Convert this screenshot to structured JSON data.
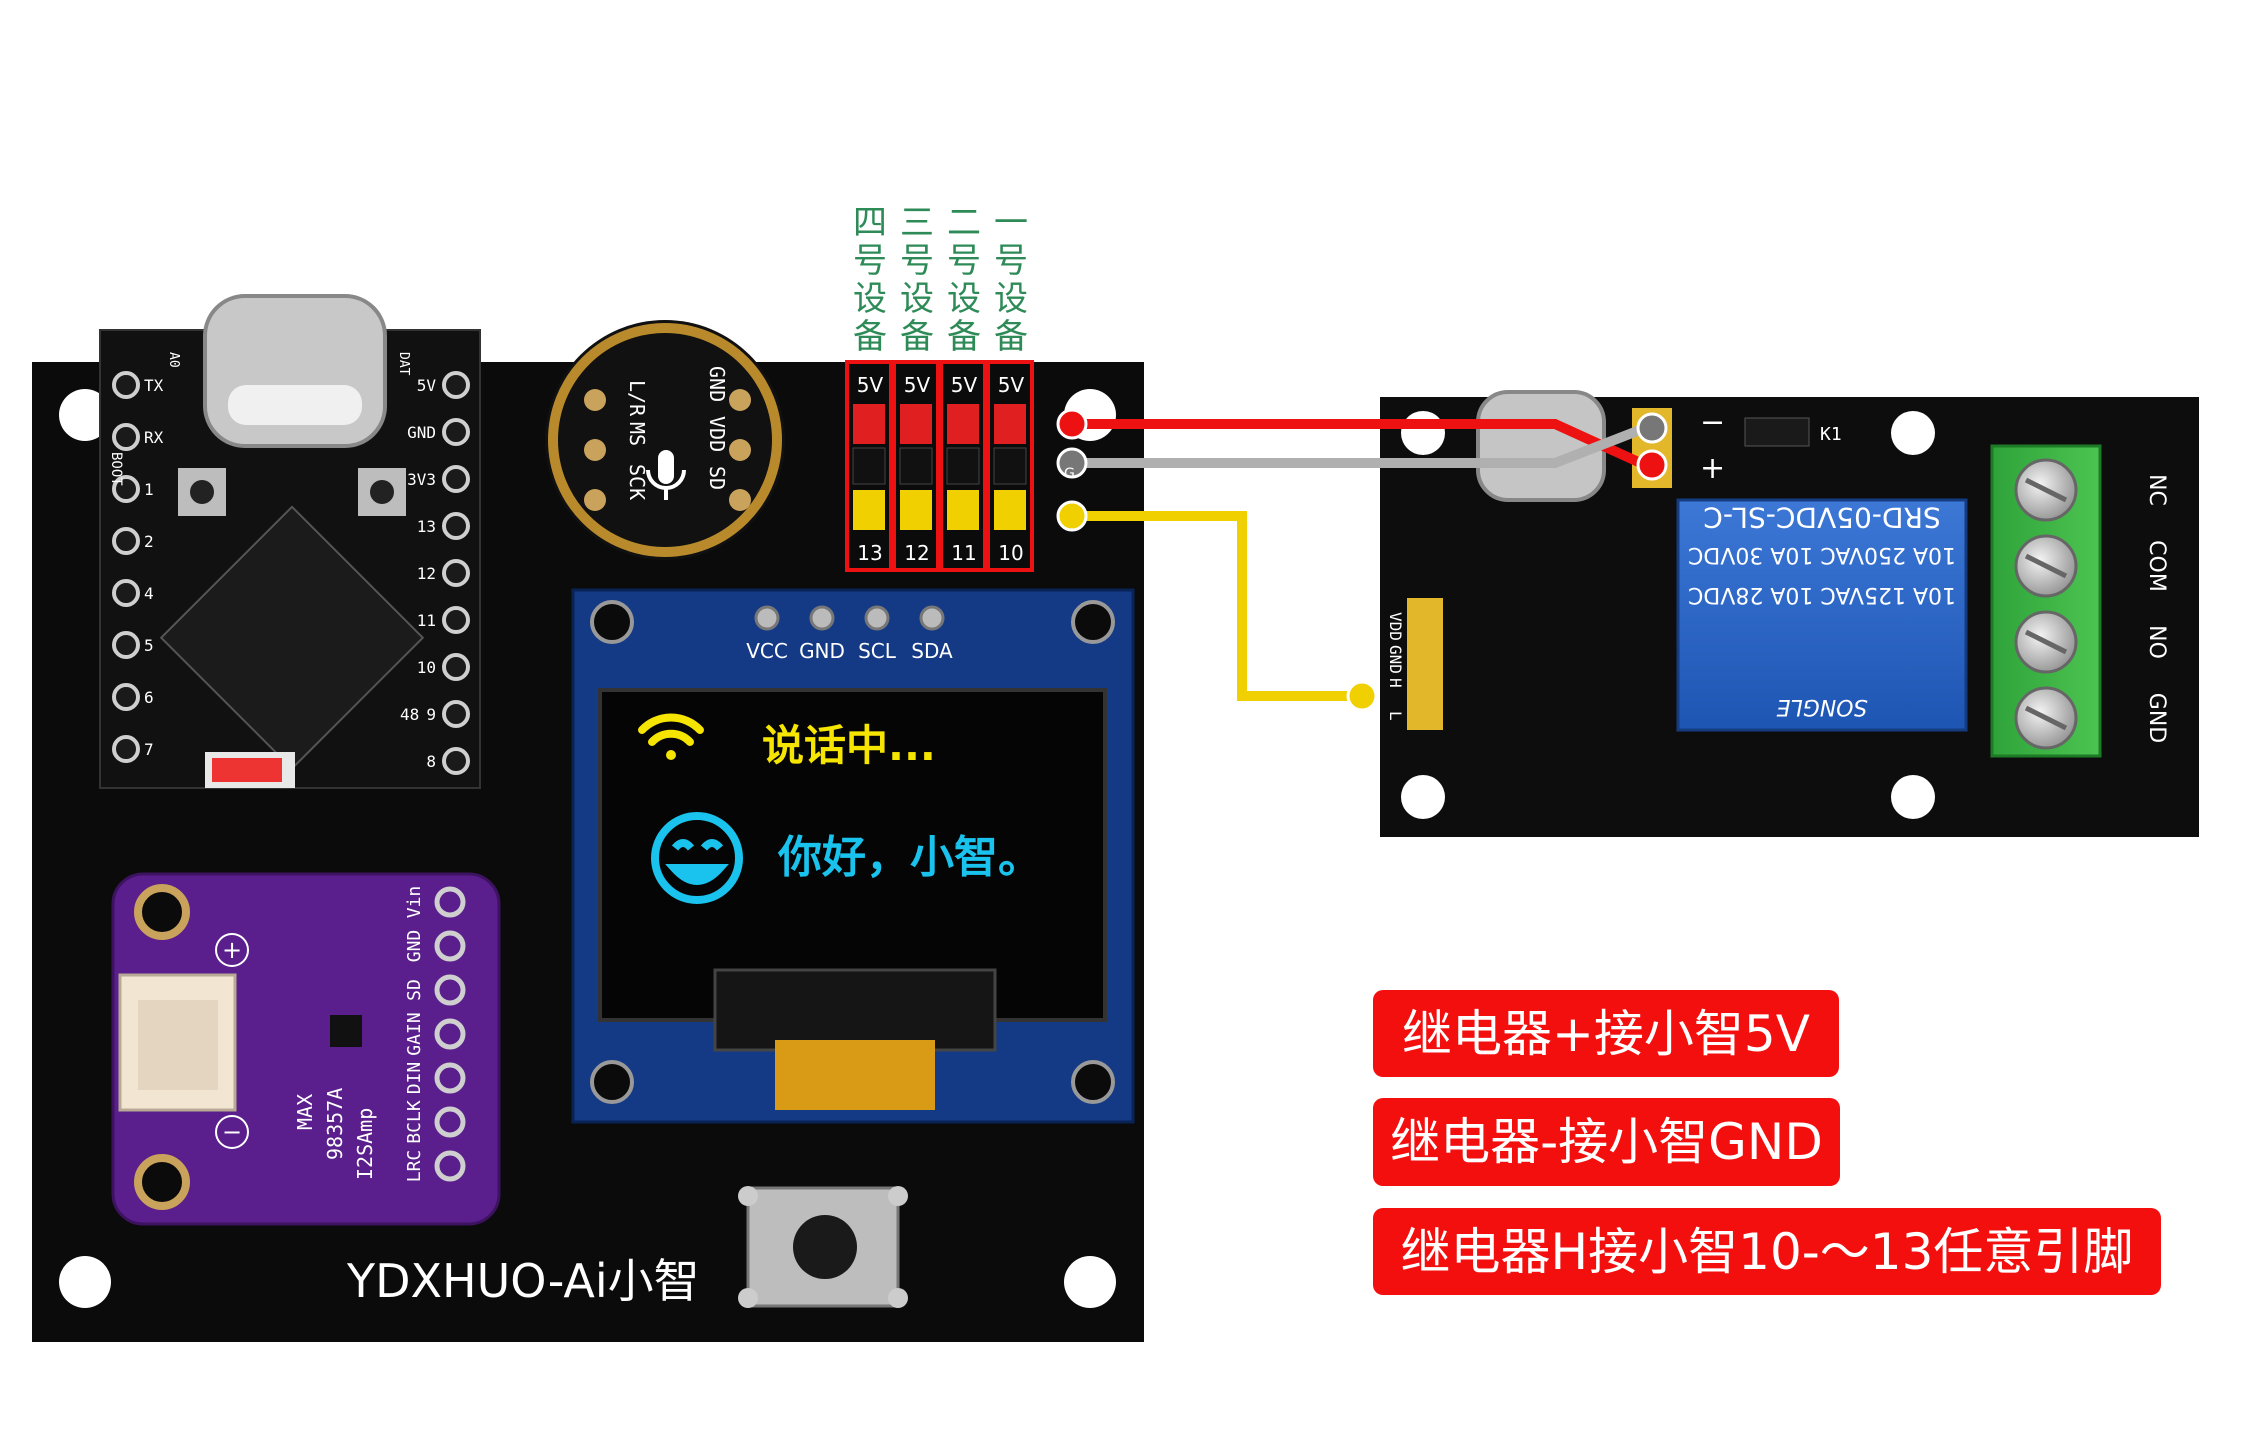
{
  "colors": {
    "board": "#0b0b0b",
    "red_wire": "#ee1111",
    "gray_wire": "#aaaaaa",
    "yellow_wire": "#f0d000",
    "channel_label": "#2e8b57",
    "callout_bg": "#f40f0f",
    "oled_yellow": "#f5e500",
    "oled_cyan": "#19c3ee"
  },
  "header": {
    "channels": [
      {
        "label": "四号设备",
        "power": "5V",
        "pin": "13"
      },
      {
        "label": "三号设备",
        "power": "5V",
        "pin": "12"
      },
      {
        "label": "二号设备",
        "power": "5V",
        "pin": "11"
      },
      {
        "label": "一号设备",
        "power": "5V",
        "pin": "10"
      }
    ]
  },
  "mcu": {
    "left_pins": [
      "TX",
      "RX",
      "1",
      "2",
      "4",
      "5",
      "6",
      "7"
    ],
    "right_pins": [
      "5V",
      "GND",
      "3V3",
      "13",
      "12",
      "11",
      "10",
      "9",
      "8"
    ],
    "top_left": "A0",
    "top_right": "DAT",
    "boot": "BOOT",
    "rgb": "48"
  },
  "mic": {
    "pins_left": [
      "L/R",
      "MS",
      "SCK"
    ],
    "pins_right": [
      "GND",
      "VDD",
      "SD"
    ]
  },
  "oled": {
    "pins": [
      "VCC",
      "GND",
      "SCL",
      "SDA"
    ],
    "status_text": "说话中...",
    "message_text": "你好，小智。"
  },
  "amp": {
    "pins": [
      "Vin",
      "GND",
      "SD",
      "GAIN",
      "DIN",
      "BCLK",
      "LRC"
    ],
    "chip": "MAX",
    "model": "98357A",
    "desc": "I2SAmp",
    "plus": "+",
    "minus": "−"
  },
  "board_brand": "YDXHUO-Ai小智",
  "relay": {
    "relay_lines": [
      "SRD-05VDC-SL-C",
      "10A 250VAC  10A 30VDC",
      "10A 125VAC  10A 28VDC"
    ],
    "brand": "SONGLE",
    "terminals": [
      "NC",
      "COM",
      "NO",
      "GND"
    ],
    "header_pins": [
      "VDD",
      "GND",
      "H",
      "L"
    ],
    "k1": "K1",
    "power_minus": "−",
    "power_plus": "+",
    "g_mark": "G"
  },
  "callouts": [
    "继电器+接小智5V",
    "继电器-接小智GND",
    "继电器H接小智10-～13任意引脚"
  ]
}
